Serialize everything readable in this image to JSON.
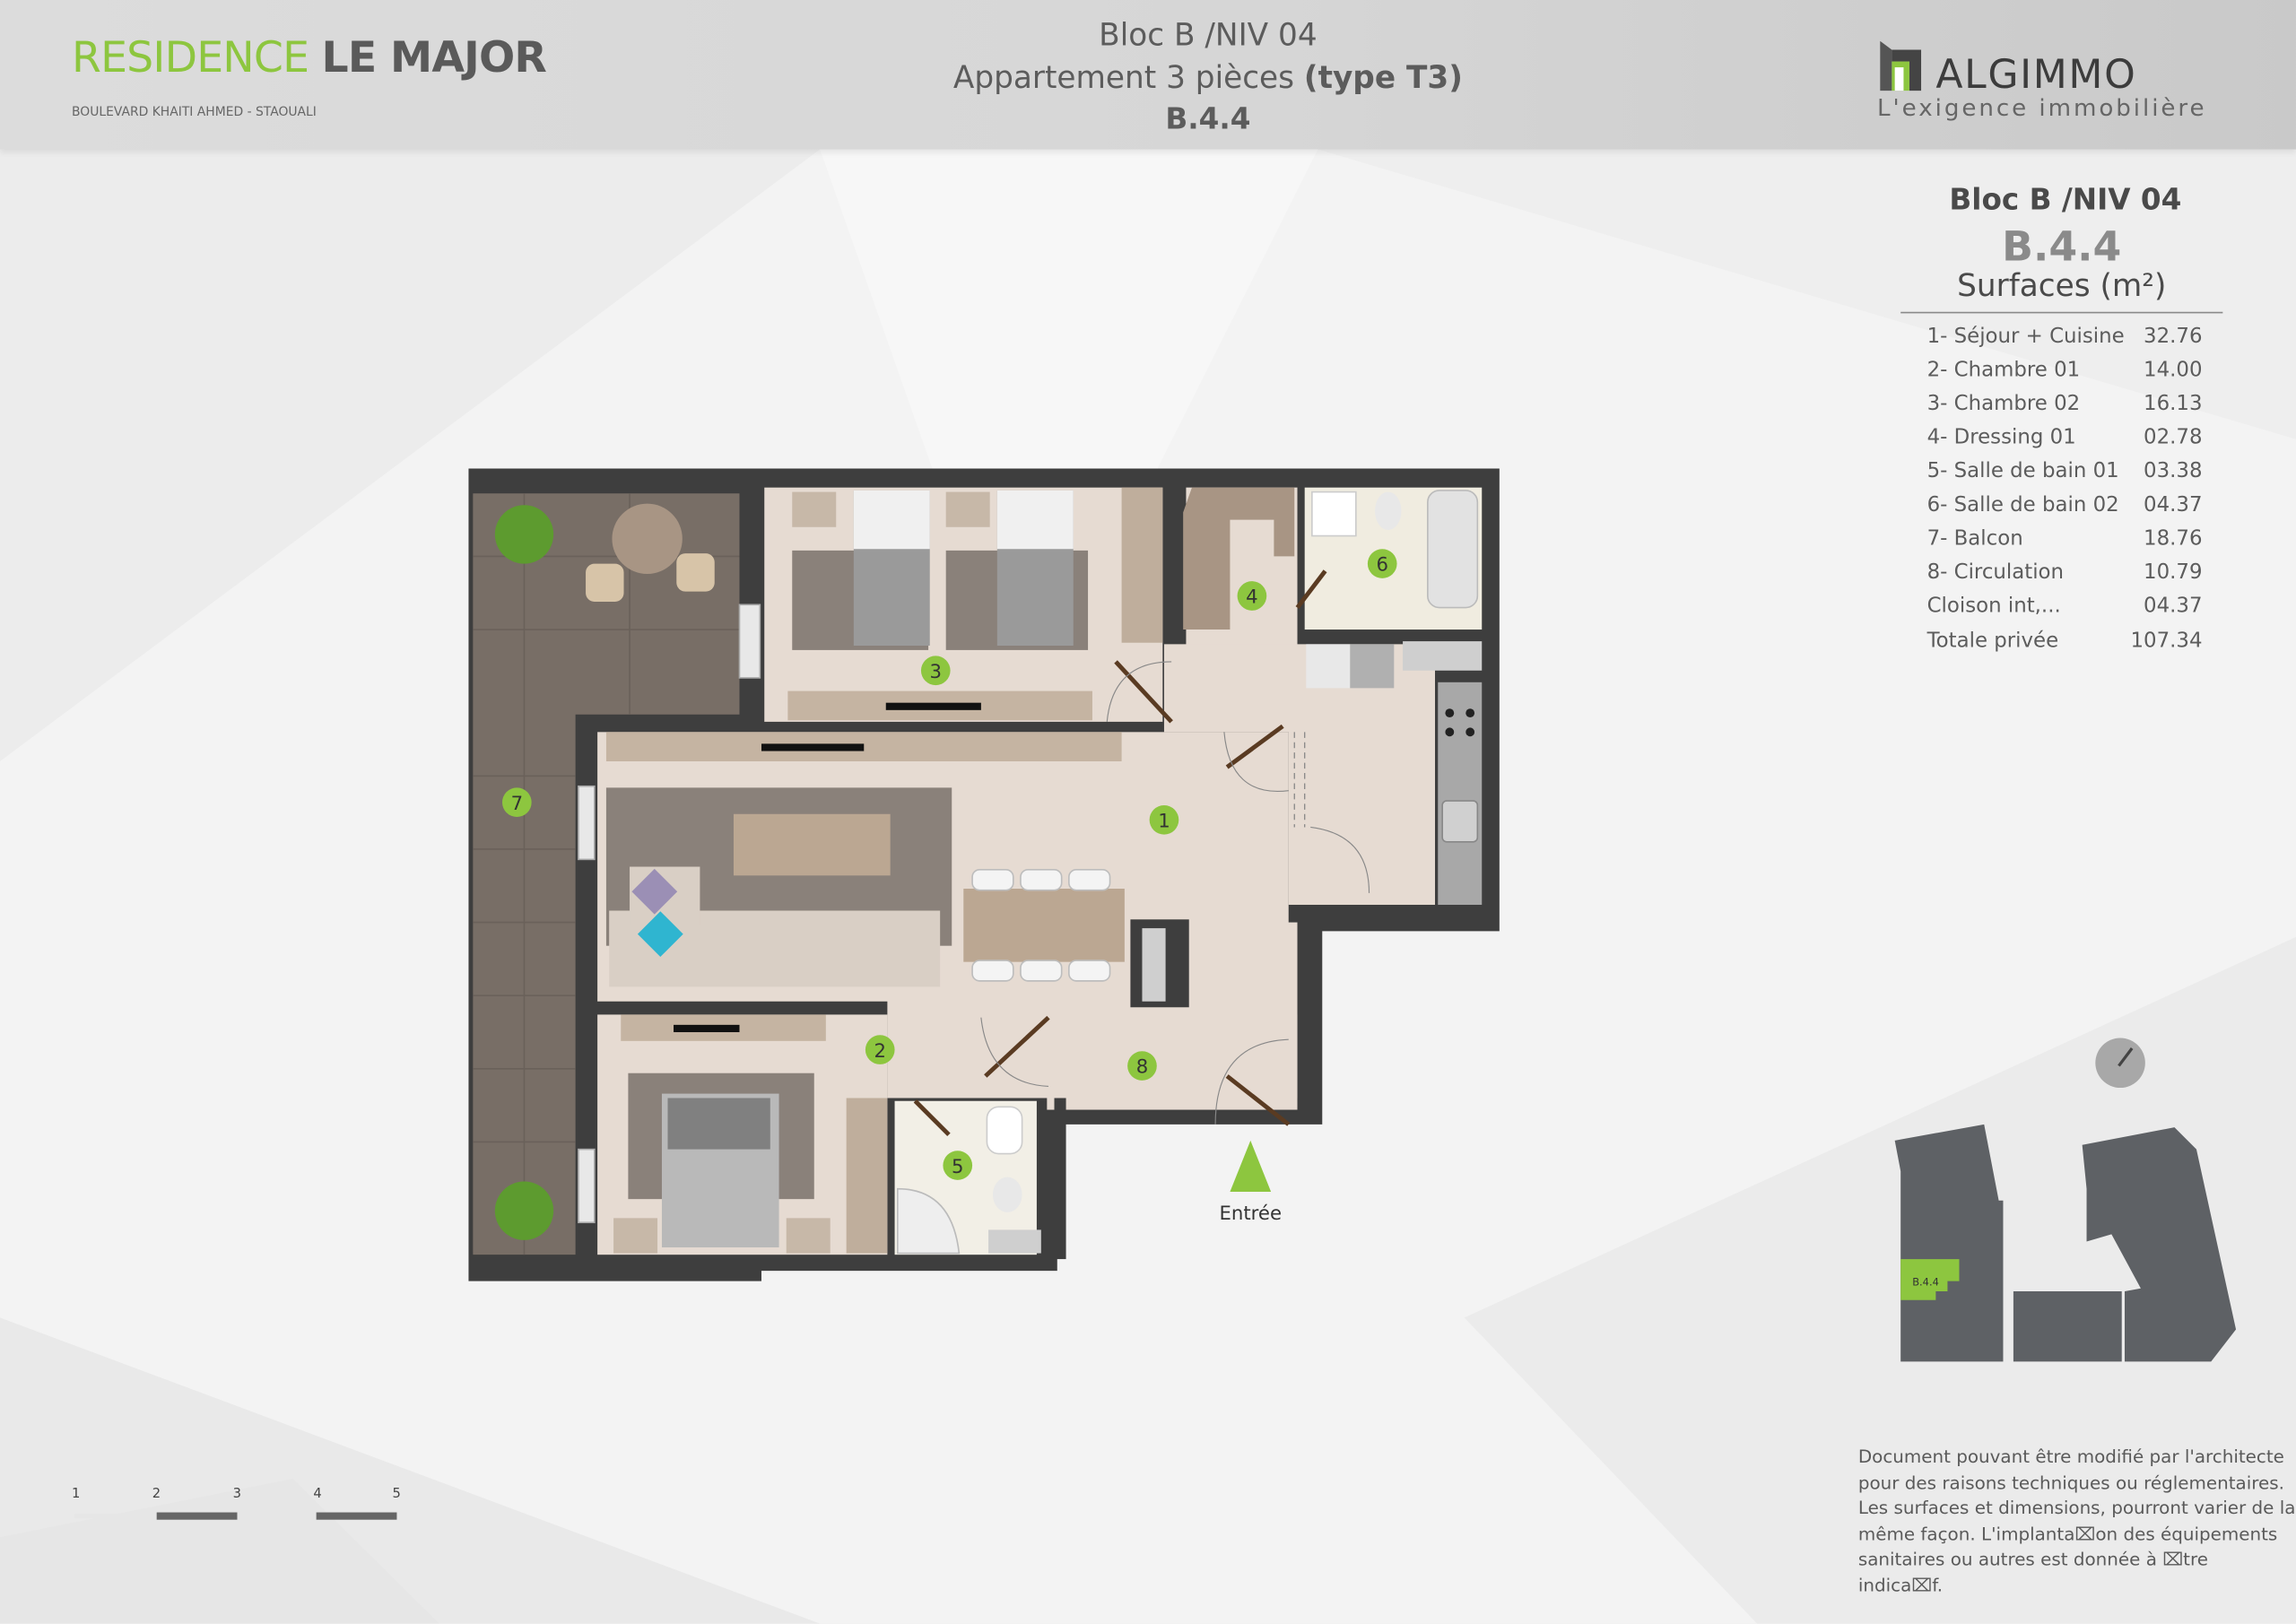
{
  "header": {
    "brand_green": "RESIDENCE",
    "brand_dark": "LE MAJOR",
    "address": "BOULEVARD KHAITI AHMED - STAOUALI",
    "title_line1": "Bloc B /NIV 04",
    "title_line2_regular": "Appartement 3 pièces ",
    "title_line2_bold": "(type T3)",
    "title_line3": "B.4.4",
    "logo_name": "ALGIMMO",
    "logo_tagline": "L'exigence immobilière"
  },
  "panel": {
    "bloc": "Bloc B /NIV 04",
    "code": "B.4.4",
    "surfaces_title": "Surfaces  (m²)",
    "rows": [
      {
        "label": "1- Séjour + Cuisine",
        "value": "32.76"
      },
      {
        "label": "2- Chambre 01",
        "value": "14.00"
      },
      {
        "label": "3- Chambre 02",
        "value": "16.13"
      },
      {
        "label": "4- Dressing 01",
        "value": "02.78"
      },
      {
        "label": "5- Salle de bain 01",
        "value": "03.38"
      },
      {
        "label": "6- Salle de bain 02",
        "value": "04.37"
      },
      {
        "label": "7- Balcon",
        "value": "18.76"
      },
      {
        "label": "8- Circulation",
        "value": "10.79"
      },
      {
        "label": "Cloison int,...",
        "value": "04.37"
      },
      {
        "label": "Totale privée",
        "value": "107.34"
      }
    ]
  },
  "plan": {
    "room_numbers": [
      "1",
      "2",
      "3",
      "4",
      "5",
      "6",
      "7",
      "8"
    ],
    "entrance_label": "Entrée"
  },
  "minimap": {
    "highlight_label": "B.4.4"
  },
  "disclaimer": "Document pouvant être modifié par l'architecte pour des raisons techniques ou réglementaires. Les surfaces et dimensions, pourront varier de la même façon. L'implanta⌧on des équipements sanitaires  ou autres est donnée à ⌧tre indica⌧f.",
  "scale_bar": {
    "ticks": [
      "1",
      "2",
      "3",
      "4",
      "5"
    ]
  },
  "colors": {
    "accent_green": "#8dc63f",
    "wall": "#3e3e3e",
    "floor": "#e6dbd2",
    "balcony": "#786e66"
  }
}
